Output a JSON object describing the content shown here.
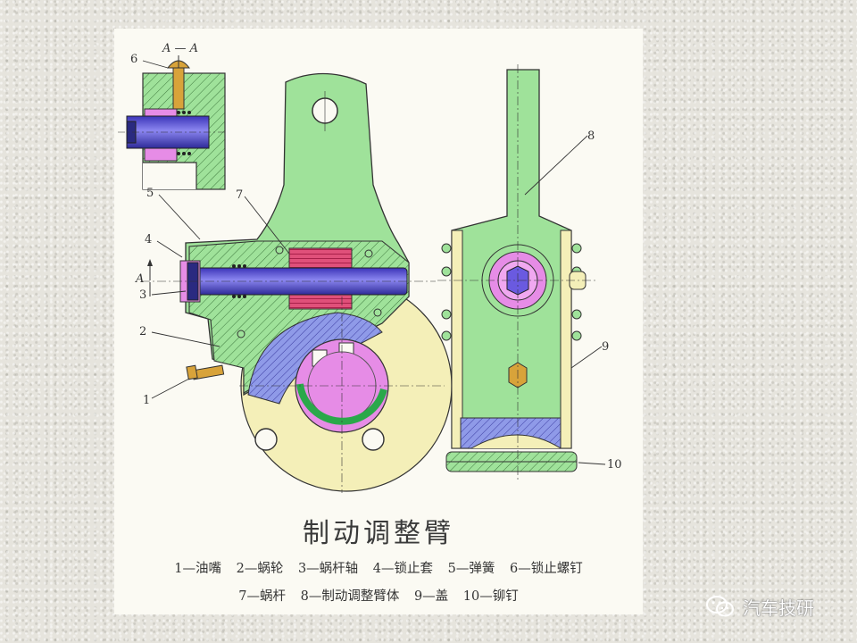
{
  "figure": {
    "section_label": "A — A",
    "section_mark": "A",
    "callouts": [
      "1",
      "2",
      "3",
      "4",
      "5",
      "6",
      "7",
      "8",
      "9",
      "10"
    ]
  },
  "caption": {
    "title": "制动调整臂",
    "legend_row1": [
      "1—油嘴",
      "2—蜗轮",
      "3—蜗杆轴",
      "4—锁止套",
      "5—弹簧",
      "6—锁止螺钉"
    ],
    "legend_row2": [
      "7—蜗杆",
      "8—制动调整臂体",
      "9—盖",
      "10—铆钉"
    ]
  },
  "watermark": {
    "text": "汽车技研",
    "icon": "wechat-icon"
  },
  "colors": {
    "body_green": "#9fe29a",
    "shaft_blue": "#5a4fd8",
    "worm_red": "#e0507a",
    "hub_pink": "#e68ce6",
    "cream": "#f4efb8",
    "brass": "#d8a33a"
  }
}
